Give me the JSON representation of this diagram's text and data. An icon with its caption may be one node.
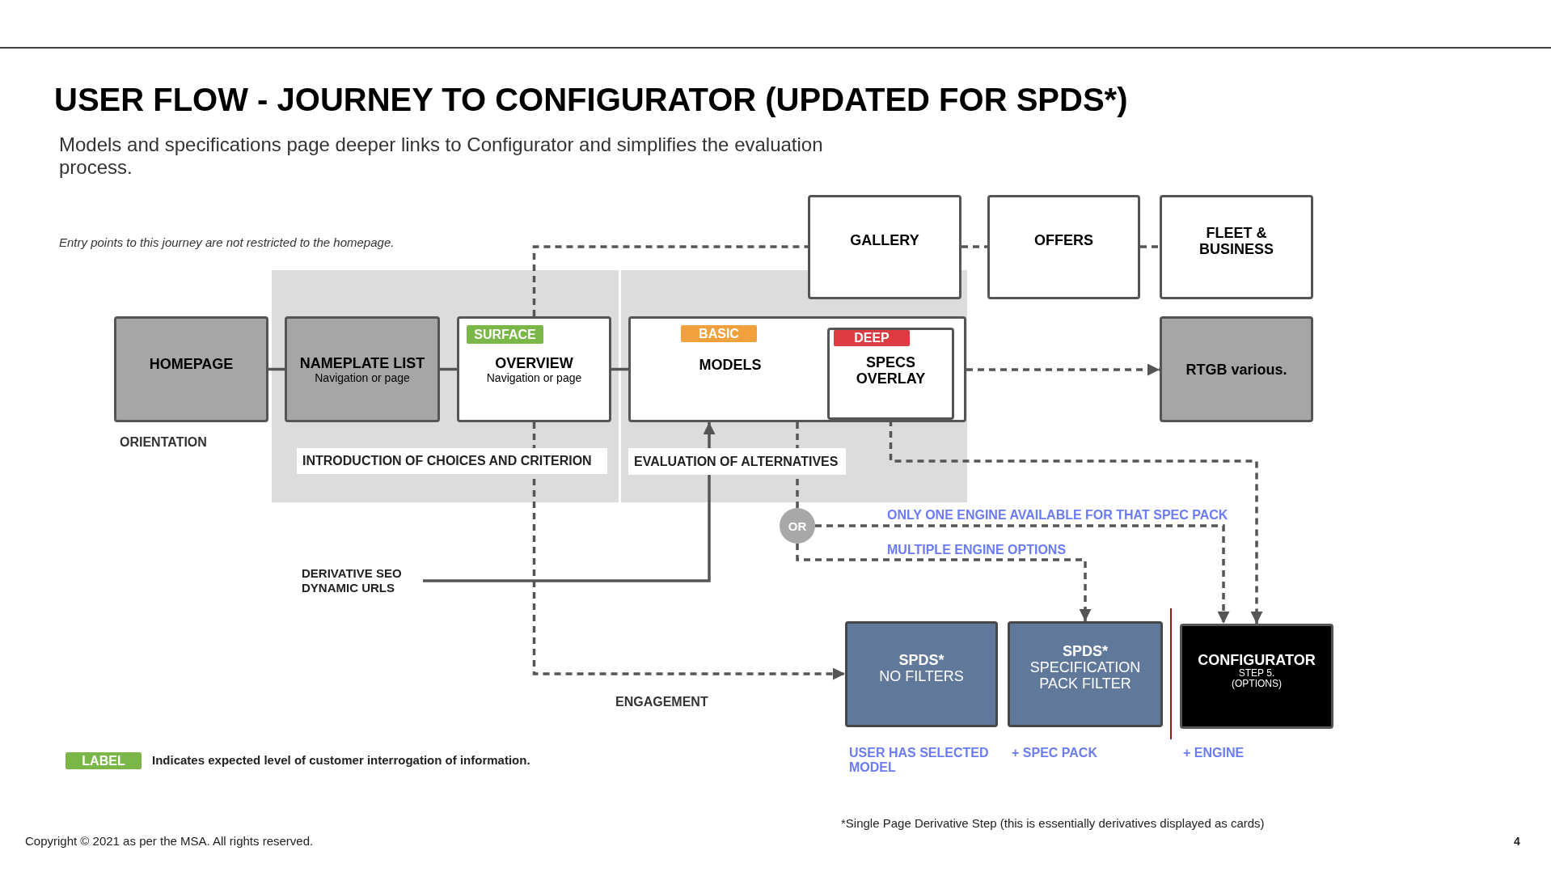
{
  "diagram": {
    "title": "USER FLOW - JOURNEY TO CONFIGURATOR (UPDATED FOR SPDS*)",
    "caption": "Models and specifications page deeper links to Configurator and simplifies the evaluation process.",
    "nodes": [
      {
        "text": [
          "HOMEPAGE"
        ]
      },
      {
        "text": [
          "INTRODUCTION OF CHOICES AND CRITERION"
        ]
      },
      {
        "text": [
          "NAMEPLATE LIST",
          "Navigation or page"
        ],
        "in": 1
      },
      {
        "text": [
          "SURFACE",
          "OVERVIEW",
          "Navigation or page"
        ],
        "in": 1
      },
      {
        "text": [
          "EVALUATION OF ALTERNATIVES"
        ]
      },
      {
        "text": [
          "BASIC",
          "MODELS"
        ],
        "in": 4
      },
      {
        "text": [
          "DEEP",
          "SPECS OVERLAY"
        ],
        "in": 5
      },
      {
        "text": [
          "GALLERY"
        ]
      },
      {
        "text": [
          "OFFERS"
        ]
      },
      {
        "text": [
          "FLEET & BUSINESS"
        ]
      },
      {
        "text": [
          "RTGB various."
        ]
      },
      {
        "text": [
          "OR"
        ]
      },
      {
        "text": [
          "DERIVATIVE SEO DYNAMIC URLS"
        ]
      },
      {
        "text": [
          "SPDS*",
          "NO FILTERS"
        ],
        "beside": [
          "USER HAS SELECTED MODEL"
        ]
      },
      {
        "text": [
          "SPDS*",
          "SPECIFICATION PACK FILTER"
        ],
        "beside": [
          "+ SPEC PACK"
        ]
      },
      {
        "text": [
          "CONFIGURATOR",
          "STEP 5. (OPTIONS)"
        ],
        "beside": [
          "+ ENGINE"
        ]
      }
    ],
    "edges": [
      {
        "from": 0,
        "to": 2,
        "arrow": "none"
      },
      {
        "from": 2,
        "to": 3,
        "arrow": "none"
      },
      {
        "from": 3,
        "to": 5,
        "arrow": "none"
      },
      {
        "from": 3,
        "to": 7,
        "arrow": "none",
        "style": "dashed"
      },
      {
        "from": 7,
        "to": 8,
        "arrow": "none",
        "style": "dashed"
      },
      {
        "from": 8,
        "to": 9,
        "arrow": "none",
        "style": "dashed"
      },
      {
        "from": 3,
        "to": 13,
        "arrow": "to",
        "style": "dashed"
      },
      {
        "from": 5,
        "to": 10,
        "arrow": "to",
        "style": "dashed"
      },
      {
        "from": 6,
        "to": 15,
        "arrow": "to",
        "style": "dashed"
      },
      {
        "from": 5,
        "to": 11,
        "arrow": "none",
        "style": "dashed"
      },
      {
        "from": 11,
        "to": 15,
        "arrow": "to",
        "style": "dashed",
        "label": "ONLY ONE ENGINE AVAILABLE FOR THAT SPEC PACK"
      },
      {
        "from": 11,
        "to": 14,
        "arrow": "to",
        "style": "dashed",
        "label": "MULTIPLE ENGINE OPTIONS"
      },
      {
        "from": 12,
        "to": 5,
        "arrow": "to"
      }
    ],
    "labels": [
      "Entry points to this journey are not restricted to the homepage.",
      "ORIENTATION",
      "ENGAGEMENT",
      "LABEL",
      "*Single Page Derivative Step (this is essentially derivatives displayed as cards)",
      "Copyright © 2021 as per the MSA. All rights reserved.",
      "4"
    ],
    "legend": [
      {
        "text": "Indicates expected level of customer interrogation of information.",
        "color": "#7ab648"
      }
    ]
  }
}
